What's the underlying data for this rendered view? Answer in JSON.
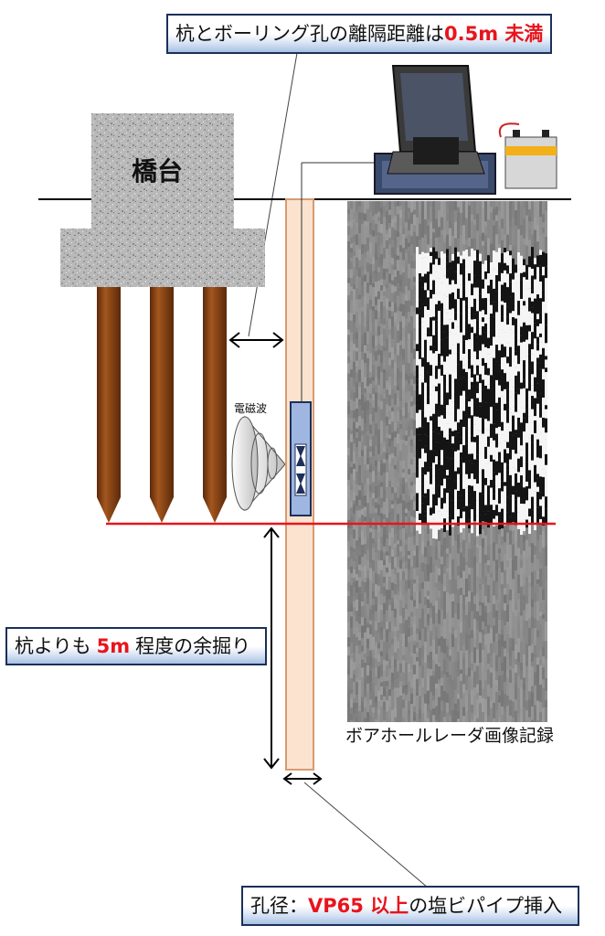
{
  "callouts": {
    "separation": {
      "prefix": "杭とボーリング孔の離隔距離は",
      "highlight": "0.5m 未満"
    },
    "overdig": {
      "prefix": "杭よりも",
      "highlight": "5m",
      "suffix": "程度の余掘り"
    },
    "pipe": {
      "prefix": "孔径：",
      "highlight": "VP65 以上",
      "suffix": "の塩ビパイプ挿入"
    }
  },
  "labels": {
    "abutment": "橋台",
    "em_wave": "電磁波",
    "radar_record": "ボアホールレーダ画像記録"
  },
  "colors": {
    "highlight_text": "#e8141c",
    "pile_tip_line": "#e8141c",
    "pile": "#7a3a12",
    "pipe_fill": "#fbe3cf",
    "pipe_border": "#d79b72",
    "probe": "#9fb7e0",
    "callout_border": "#1a2f5a"
  }
}
